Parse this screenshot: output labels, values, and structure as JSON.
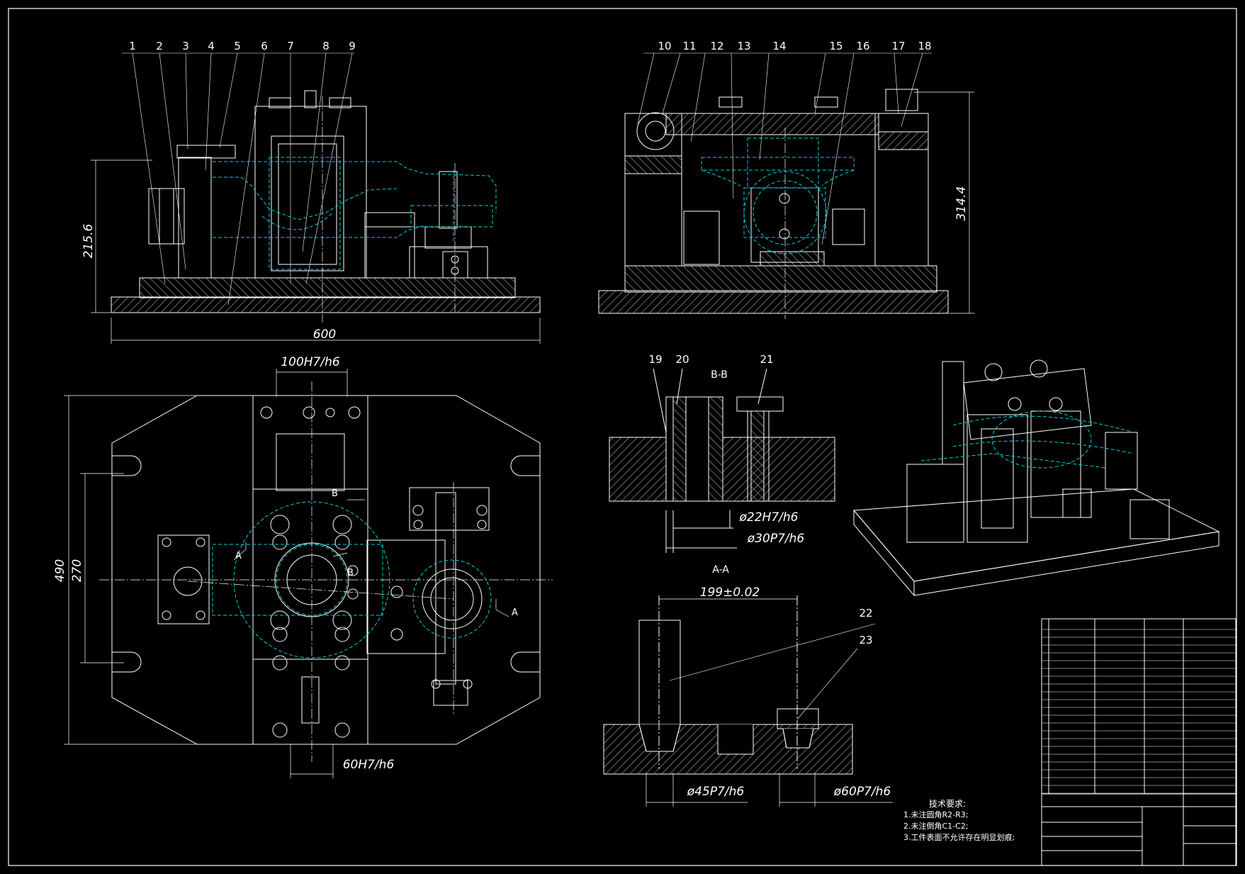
{
  "balloons_top_left": [
    "1",
    "2",
    "3",
    "4",
    "5",
    "6",
    "7",
    "8",
    "9"
  ],
  "balloons_top_right": [
    "10",
    "11",
    "12",
    "13",
    "14",
    "15",
    "16",
    "17",
    "18"
  ],
  "balloons_section": [
    "19",
    "20",
    "21"
  ],
  "balloons_aa": [
    "22",
    "23"
  ],
  "dimensions": {
    "front_height": "215.6",
    "front_width": "600",
    "side_height": "314.4",
    "fit_top": "100H7/h6",
    "plan_height": "490",
    "plan_inner_height": "270",
    "fit_bottom": "60H7/h6",
    "bb_fit_inner": "ø22H7/h6",
    "bb_fit_outer": "ø30P7/h6",
    "aa_span": "199±0.02",
    "aa_fit_left": "ø45P7/h6",
    "aa_fit_right": "ø60P7/h6"
  },
  "section_labels": {
    "bb": "B-B",
    "aa": "A-A",
    "cut_a": "A",
    "cut_b": "B"
  },
  "notes": {
    "title": "技术要求:",
    "items": [
      "1.未注圆角R2-R3;",
      "2.未注倒角C1-C2;",
      "3.工件表面不允许存在明显划痕;"
    ]
  },
  "colors": {
    "background": "#000000",
    "line": "#ffffff",
    "hidden": "#00d0d8"
  }
}
